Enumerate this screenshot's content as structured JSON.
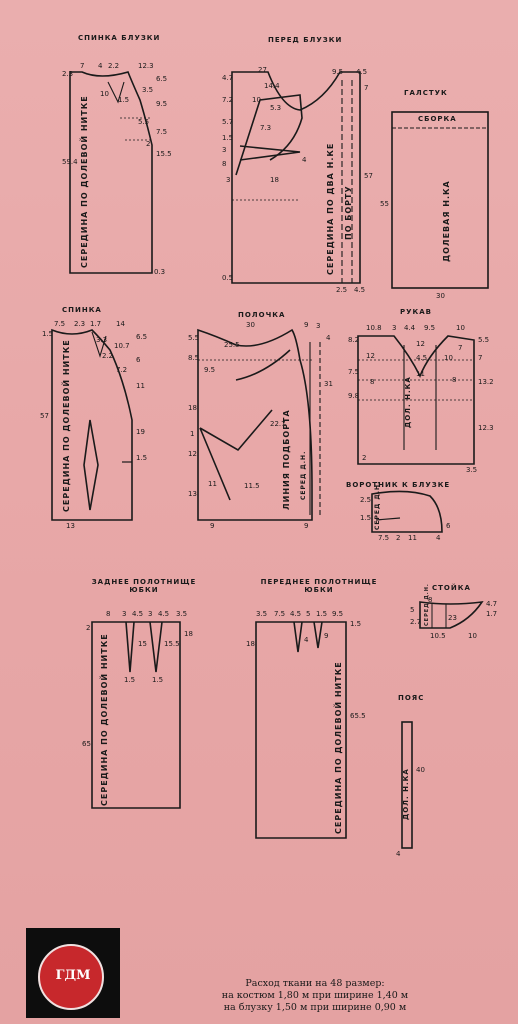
{
  "titles": {
    "spinka_bluzki": "СПИНКА БЛУЗКИ",
    "pered_bluzki": "ПЕРЕД БЛУЗКИ",
    "galstuk": "ГАЛСТУК",
    "sborka": "СБОРКА",
    "spinka": "СПИНКА",
    "polochka": "ПОЛОЧКА",
    "rukav": "РУКАВ",
    "vorotnik": "ВОРОТНИК К БЛУЗКЕ",
    "zadnee": "ЗАДНЕЕ ПОЛОТНИЩЕ ЮБКИ",
    "perednee": "ПЕРЕДНЕЕ ПОЛОТНИЩЕ ЮБКИ",
    "stoyka": "СТОЙКА",
    "poyas": "ПОЯС"
  },
  "vertical_labels": {
    "seredina_dolevoy": "СЕРЕДИНА ПО ДОЛЕВОЙ НИТКЕ",
    "seredina_dva_nke": "СЕРЕДИНА ПО ДВА Н.КЕ",
    "po_bortu": "ПО БОРТУ",
    "dolevaya_nka": "ДОЛЕВАЯ Н.КА",
    "liniya_podborta": "ЛИНИЯ ПОДБОРТА",
    "seredina_dn": "СЕРЕД Д.Н.",
    "dol_nka": "ДОЛ. Н.КА",
    "sered_dn_short": "СЕРЕД Д.Н.",
    "dol_nka_poyas": "ДОЛ. Н.КА"
  },
  "numbers": {
    "sb_top": [
      "7",
      "4",
      "2.2",
      "12.3"
    ],
    "sb_left": "2.3",
    "sb_side": [
      "6.5",
      "3.5",
      "10",
      "1.5",
      "5.5",
      "9.5",
      "7.5",
      "2",
      "15.5"
    ],
    "sb_len": "59.4",
    "sb_bottom": "0.3",
    "pb_top": [
      "27",
      "9.5",
      "4.5"
    ],
    "pb_left": [
      "4.7",
      "7.2",
      "5.7",
      "1.5",
      "3",
      "8",
      "3",
      "0.5"
    ],
    "pb_inner": [
      "14.4",
      "10",
      "5.3",
      "7.3",
      "4",
      "18"
    ],
    "pb_right": [
      "7",
      "57"
    ],
    "pb_bottom": [
      "2.5",
      "4.5"
    ],
    "galstuk": [
      "55",
      "30"
    ],
    "sp_top": [
      "7.5",
      "2.3",
      "1.7",
      "14"
    ],
    "sp_left": "1.5",
    "sp_side": [
      "6.5",
      "10.7",
      "3.3",
      "6",
      "7.2",
      "11",
      "2.2",
      "19",
      "1.5"
    ],
    "sp_len": "57",
    "sp_bottom": "13",
    "po_top": [
      "30",
      "9"
    ],
    "po_left": [
      "5.5",
      "8.5",
      "18",
      "1",
      "12",
      "13"
    ],
    "po_inner": [
      "25.5",
      "9.5",
      "22.7",
      "11",
      "11.5",
      "3",
      "31",
      "4"
    ],
    "po_bottom": [
      "9",
      "9"
    ],
    "ru_top": [
      "10.8",
      "3",
      "4.4",
      "9.5",
      "10"
    ],
    "ru_left": [
      "8.2",
      "12",
      "7.5",
      "9.8"
    ],
    "ru_inner": [
      "12",
      "4.5",
      "10",
      "7",
      "11",
      "8",
      "8",
      "2"
    ],
    "ru_right": [
      "5.5",
      "13.2",
      "7",
      "12.3",
      "3.5"
    ],
    "vo": [
      "2.5",
      "1.5",
      "6",
      "7.5",
      "2",
      "11",
      "4"
    ],
    "zad_top": [
      "8",
      "3",
      "4.5",
      "3",
      "4.5",
      "3.5"
    ],
    "zad_side": [
      "2",
      "18",
      "15",
      "15.5",
      "1.5",
      "1.5",
      "65"
    ],
    "per_top": [
      "3.5",
      "7.5",
      "4.5",
      "5",
      "1.5",
      "9.5"
    ],
    "per_side": [
      "18",
      "1.5",
      "4",
      "9",
      "65.5"
    ],
    "st": [
      "8",
      "5",
      "2.7",
      "4.7",
      "1.7",
      "23",
      "10.5",
      "10"
    ],
    "poyas": [
      "40",
      "4"
    ]
  },
  "footer": {
    "line1": "Расход ткани на 48 размер:",
    "line2": "на костюм 1,80 м при ширине 1,40 м",
    "line3": "на блузку 1,50 м при ширине 0,90 м"
  },
  "logo": {
    "text": "ГДМ"
  },
  "colors": {
    "paper": "#e9a9a9",
    "ink": "#1a1a1a",
    "logo_red": "#c7282c",
    "logo_bg": "#0d0d0d"
  }
}
